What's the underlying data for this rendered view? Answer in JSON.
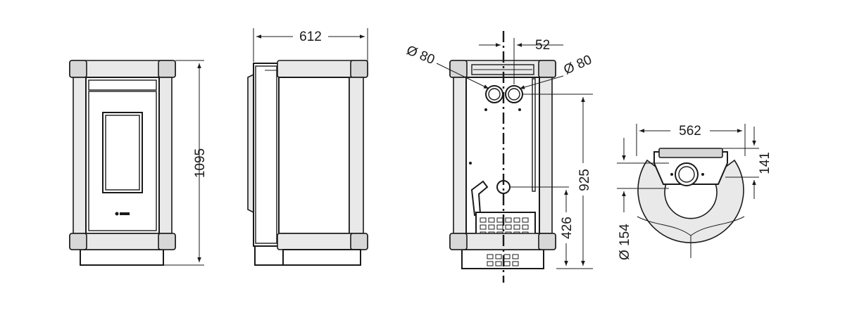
{
  "dimensions": {
    "width_top": "612",
    "height_total": "1095",
    "flue_offset": "52",
    "flue_diameter_left": "Ø 80",
    "flue_diameter_right": "Ø 80",
    "flue_height": "925",
    "inlet_height": "426",
    "depth": "562",
    "top_offset": "141",
    "inlet_diameter": "Ø 154"
  }
}
